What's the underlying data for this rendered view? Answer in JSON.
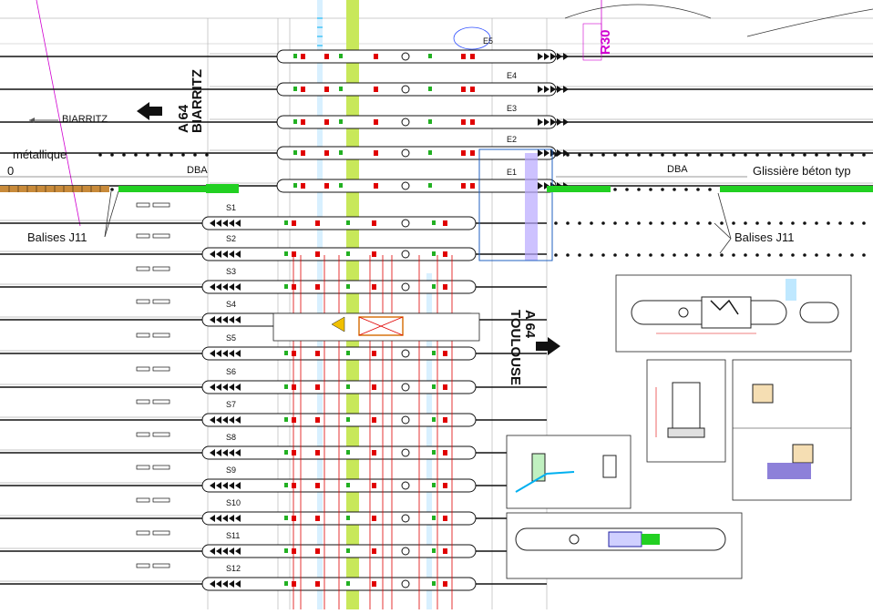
{
  "labels": {
    "biarritz_arrow": "BIARRITZ",
    "a64_left": "A 64",
    "biarritz_big": "BIARRITZ",
    "a64_right": "A 64",
    "toulouse": "TOULOUSE",
    "metallique": "métallique",
    "zero": "0",
    "dba_left": "DBA",
    "dba_right": "DBA",
    "glissiere": "Glissière béton typ",
    "balises_left": "Balises J11",
    "balises_right": "Balises J11",
    "r30": "R30"
  },
  "lanes_entry": [
    "E5",
    "E4",
    "E3",
    "E2",
    "E1"
  ],
  "lanes_exit": [
    "S1",
    "S2",
    "S3",
    "S4",
    "S5",
    "S6",
    "S7",
    "S8",
    "S9",
    "S10",
    "S11",
    "S12"
  ],
  "colors": {
    "green_band": "#c8e85a",
    "red_lines": "#e00000",
    "magenta": "#d000d0",
    "cyan": "#00b0f0",
    "purple_box": "#b8a8ff",
    "black": "#111111"
  }
}
